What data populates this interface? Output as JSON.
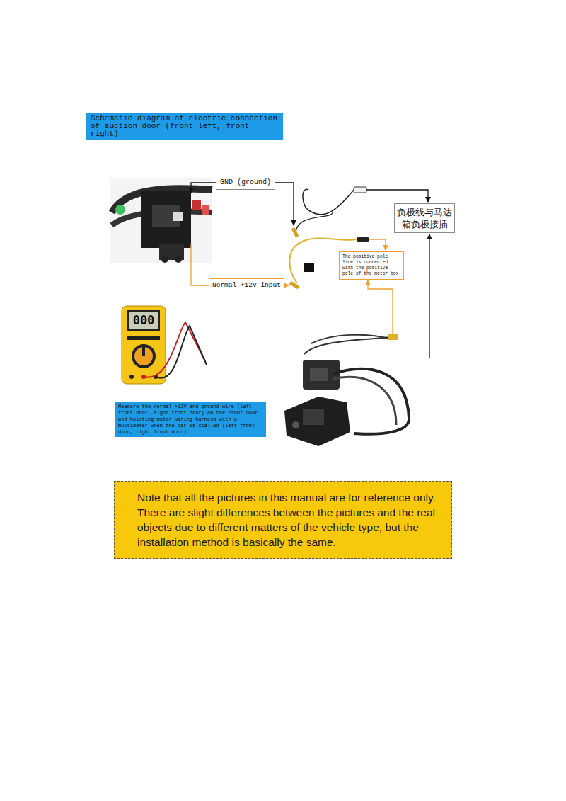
{
  "diagram": {
    "title": "Schematic diagram of electric connection of suction door (front left, front right)",
    "nodes": [
      {
        "text": [
          "GND (ground)"
        ]
      },
      {
        "text": [
          "负极线与马达箱负极接插"
        ]
      },
      {
        "text": [
          "The positive pole line is connected with the positive pole of the motor box"
        ]
      },
      {
        "text": [
          "Normal +12V input"
        ]
      },
      {
        "text": [
          "Measure the normal +12V and ground wire (left front door, right front door) on the front door and hoisting motor wiring harness with a multimeter when the car is stalled (left front door, right front door)."
        ]
      },
      {
        "text": [
          "Note that all the pictures in this manual are for reference only. There are slight differences between the pictures and the real objects due to different matters of the vehicle type, but the installation method is basically the same."
        ]
      }
    ],
    "labels": [
      "000"
    ]
  }
}
